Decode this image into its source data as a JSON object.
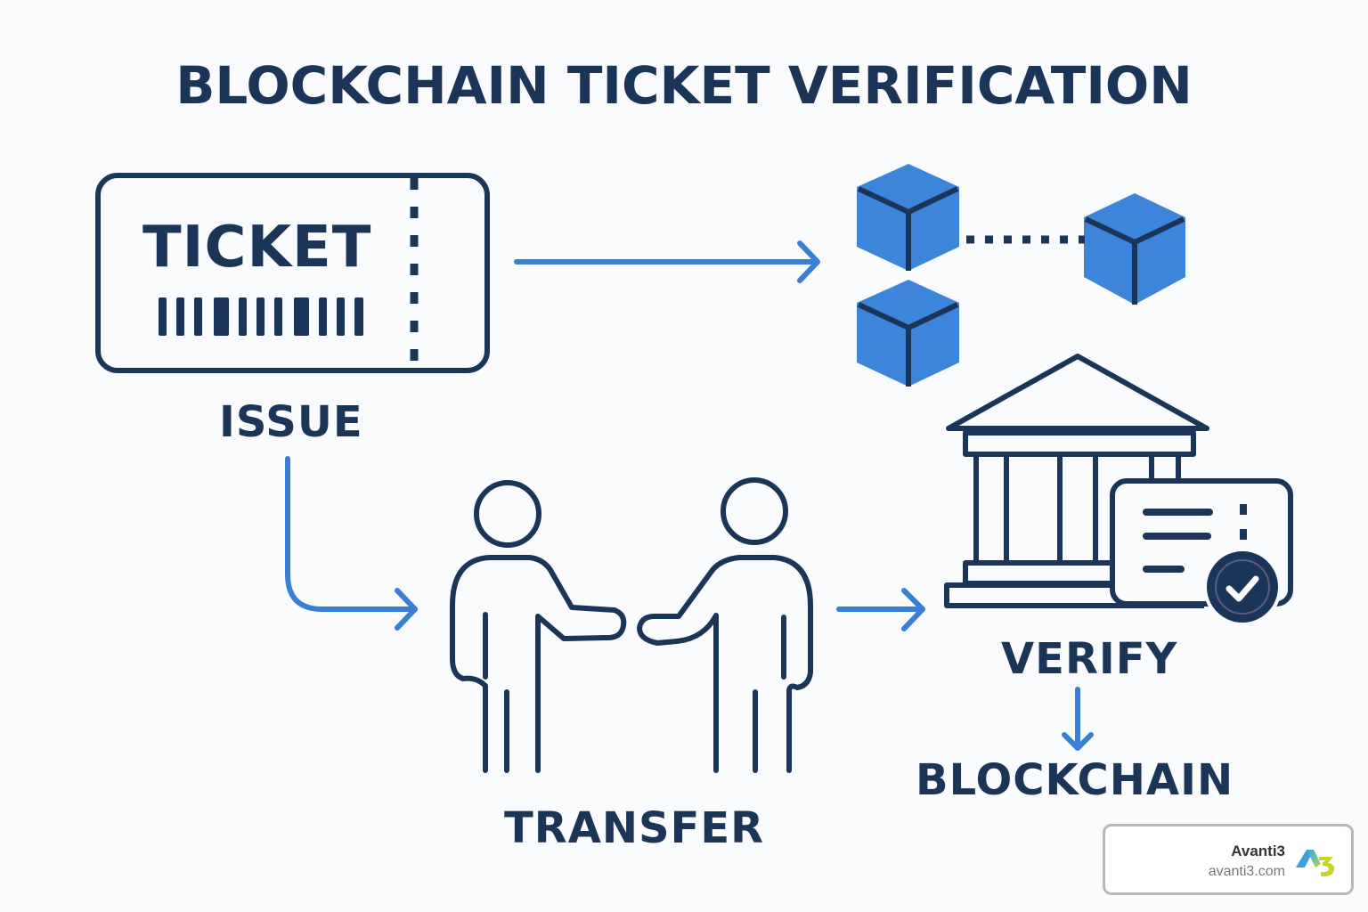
{
  "title": "BLOCKCHAIN TICKET VERIFICATION",
  "ticket": {
    "text": "TICKET",
    "icon": "ticket-icon"
  },
  "steps": {
    "issue": "ISSUE",
    "transfer": "TRANSFER",
    "verify": "VERIFY",
    "blockchain": "BLOCKCHAIN"
  },
  "icons": {
    "blocks": "blockchain-cubes-icon",
    "people": "handshake-people-icon",
    "institution": "bank-building-icon",
    "document": "verified-document-icon",
    "check": "check-circle-icon"
  },
  "badge": {
    "name": "Avanti3",
    "url": "avanti3.com",
    "logo": "A3"
  },
  "colors": {
    "navy": "#1b3558",
    "blue": "#3a7fd6",
    "cube": "#3d84db",
    "background": "#fafbfc"
  }
}
